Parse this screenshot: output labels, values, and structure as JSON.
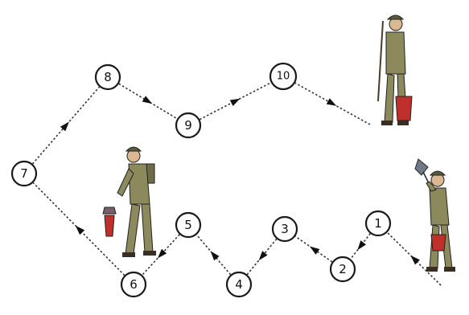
{
  "nodes": [
    {
      "id": "1",
      "label": "1"
    },
    {
      "id": "2",
      "label": "2"
    },
    {
      "id": "3",
      "label": "3"
    },
    {
      "id": "4",
      "label": "4"
    },
    {
      "id": "5",
      "label": "5"
    },
    {
      "id": "6",
      "label": "6"
    },
    {
      "id": "7",
      "label": "7"
    },
    {
      "id": "8",
      "label": "8"
    },
    {
      "id": "9",
      "label": "9"
    },
    {
      "id": "10",
      "label": "10"
    }
  ],
  "edges": [
    {
      "from": "start",
      "to": "1"
    },
    {
      "from": "1",
      "to": "2"
    },
    {
      "from": "2",
      "to": "3"
    },
    {
      "from": "3",
      "to": "4"
    },
    {
      "from": "4",
      "to": "5"
    },
    {
      "from": "5",
      "to": "6"
    },
    {
      "from": "6",
      "to": "7"
    },
    {
      "from": "7",
      "to": "8"
    },
    {
      "from": "8",
      "to": "9"
    },
    {
      "from": "9",
      "to": "10"
    },
    {
      "from": "10",
      "to": "end"
    }
  ],
  "figures": [
    {
      "name": "soldier-start",
      "position": "right",
      "action": "placing marker"
    },
    {
      "name": "soldier-middle",
      "position": "lower-left",
      "action": "placing marker"
    },
    {
      "name": "soldier-end",
      "position": "upper-right",
      "action": "carrying bucket"
    }
  ],
  "colors": {
    "uniform": "#8c8a5c",
    "bucket": "#c0302b",
    "line": "#333333",
    "outline": "#1a1a1a"
  }
}
